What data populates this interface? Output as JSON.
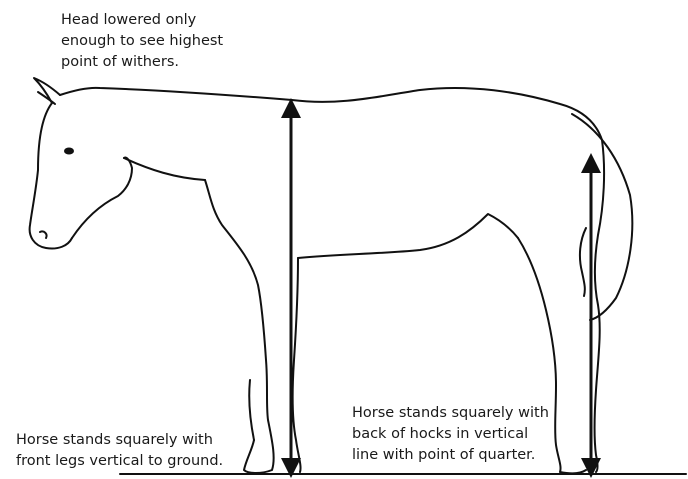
{
  "annotations": {
    "head": [
      "Head lowered only",
      "enough to see highest",
      "point of withers."
    ],
    "front_legs": [
      "Horse stands squarely with",
      "front legs vertical to ground."
    ],
    "hind_legs": [
      "Horse stands squarely with",
      "back of hocks in vertical",
      "line with point of quarter."
    ]
  },
  "colors": {
    "line": "#111111",
    "background": "#ffffff"
  },
  "icons": [
    "horse-outline-drawing",
    "withers-height-arrow",
    "hock-vertical-arrow"
  ]
}
